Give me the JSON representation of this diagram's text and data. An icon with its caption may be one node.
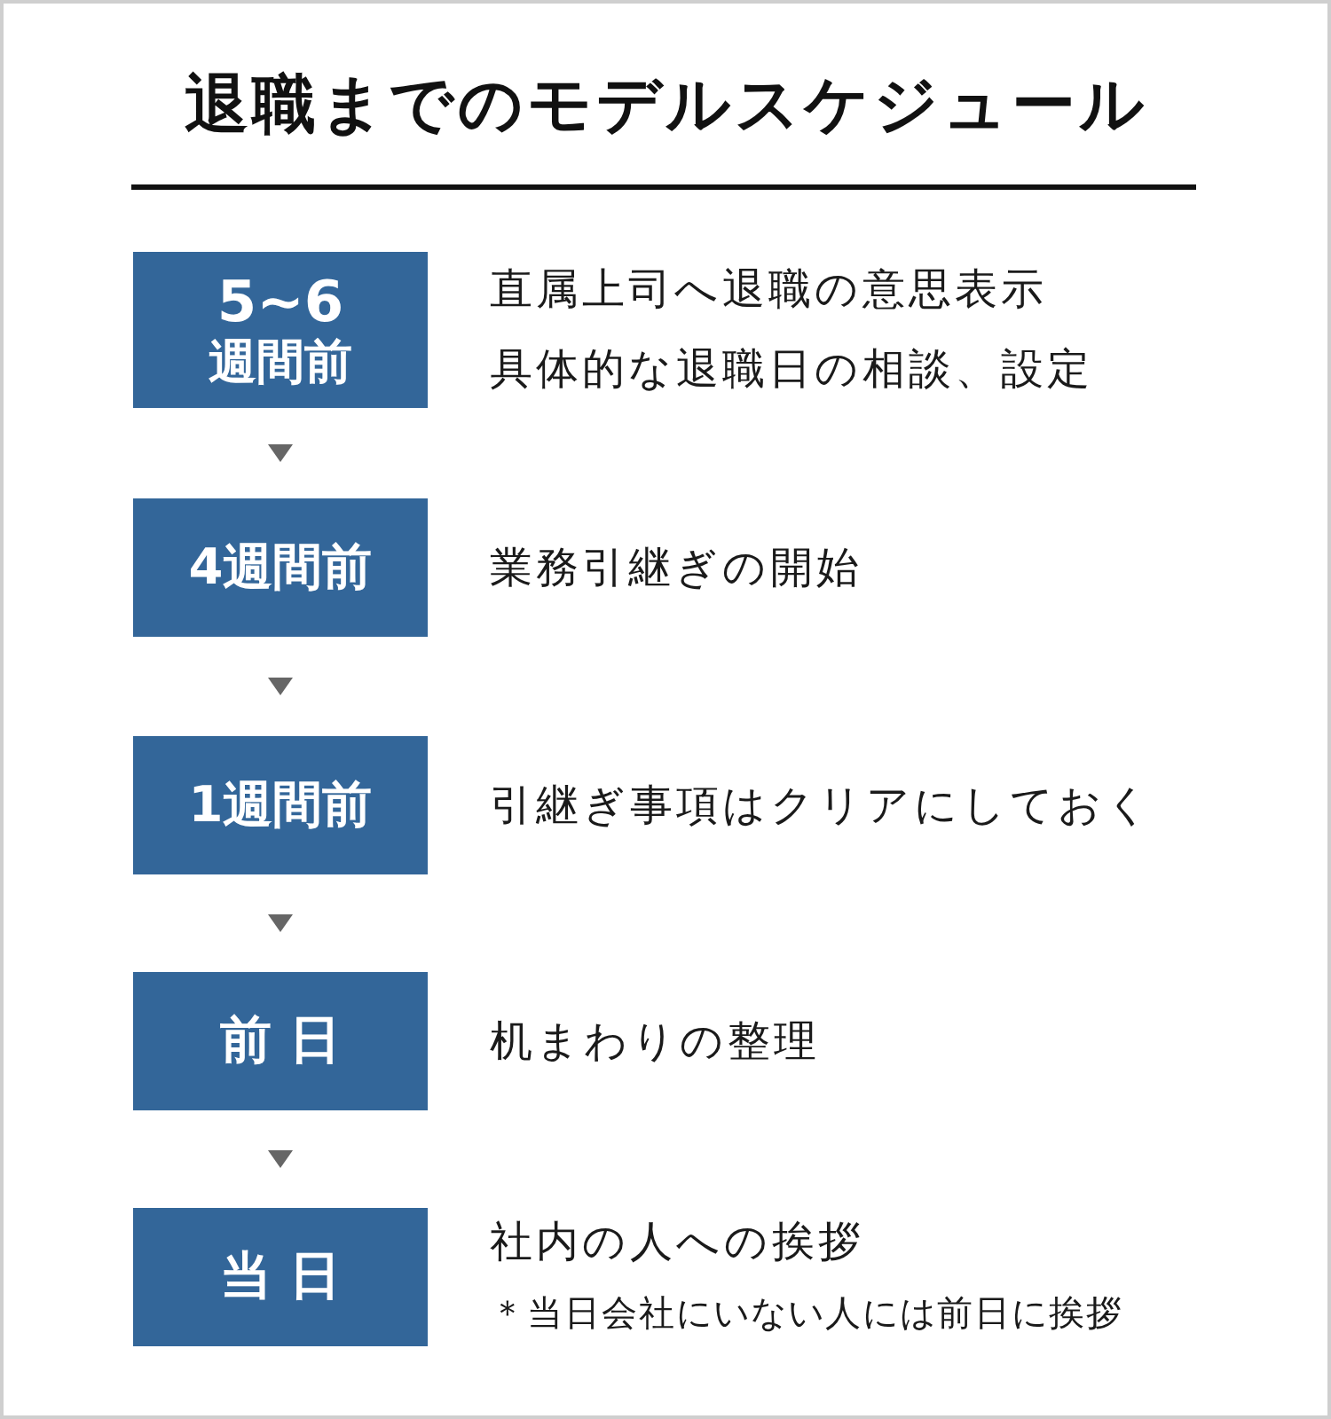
{
  "diagram": {
    "title": "退職までのモデルスケジュール",
    "nodes": [
      {
        "text": [
          "5~6",
          "週間前"
        ],
        "beside": [
          "直属上司へ退職の意思表示",
          "具体的な退職日の相談、設定"
        ]
      },
      {
        "text": [
          "4週間前"
        ],
        "beside": [
          "業務引継ぎの開始"
        ]
      },
      {
        "text": [
          "1週間前"
        ],
        "beside": [
          "引継ぎ事項はクリアにしておく"
        ]
      },
      {
        "text": [
          "前 日"
        ],
        "beside": [
          "机まわりの整理"
        ]
      },
      {
        "text": [
          "当 日"
        ],
        "beside": [
          "社内の人への挨拶",
          "＊当日会社にいない人には前日に挨拶"
        ]
      }
    ],
    "edges": [
      {
        "from": 0,
        "to": 1,
        "arrow": "to"
      },
      {
        "from": 1,
        "to": 2,
        "arrow": "to"
      },
      {
        "from": 2,
        "to": 3,
        "arrow": "to"
      },
      {
        "from": 3,
        "to": 4,
        "arrow": "to"
      }
    ]
  }
}
